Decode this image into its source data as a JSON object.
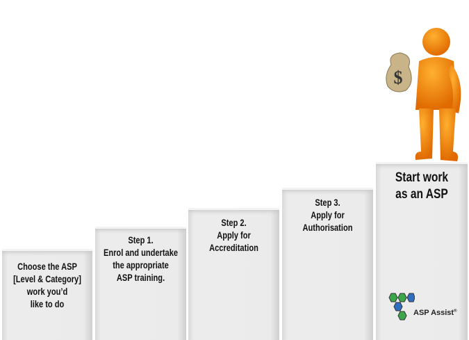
{
  "steps": [
    {
      "lines": [
        "Choose the ASP",
        "[Level & Category]",
        "work you’d",
        "like to do"
      ]
    },
    {
      "lines": [
        "Step 1.",
        "Enrol and undertake",
        "the appropriate",
        "ASP training."
      ]
    },
    {
      "lines": [
        "Step 2.",
        "Apply for",
        "Accreditation"
      ]
    },
    {
      "lines": [
        "Step 3.",
        "Apply for",
        "Authorisation"
      ]
    },
    {
      "lines": [
        "Start work",
        "as an ASP"
      ]
    }
  ],
  "logo": {
    "text": "ASP Assist",
    "mark": "®"
  },
  "figure": {
    "bag_symbol": "$"
  },
  "colors": {
    "figure": "#f08a10",
    "hex_green": "#3aa84a",
    "hex_blue": "#2f6fc0"
  }
}
